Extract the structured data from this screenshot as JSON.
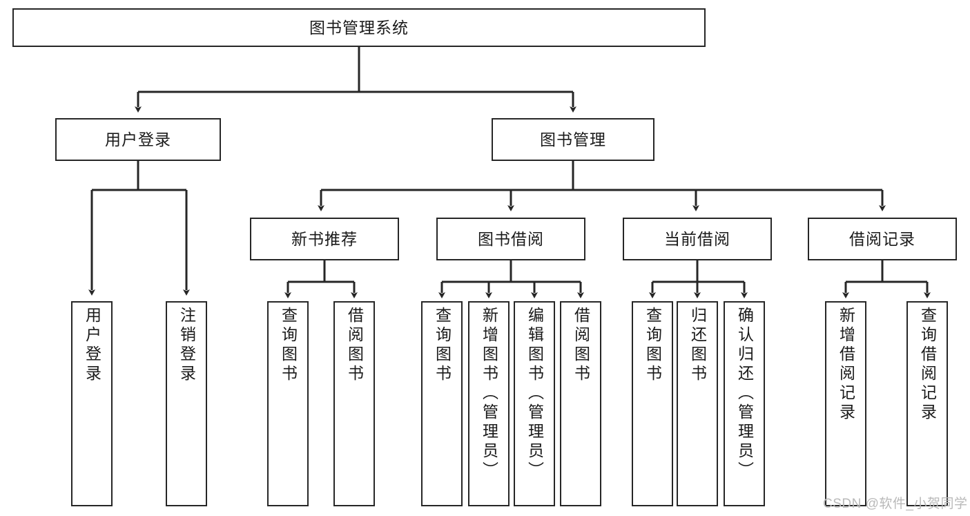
{
  "diagram": {
    "type": "tree-hierarchy",
    "title": "图书管理系统",
    "watermark": "CSDN @软件_小贺同学",
    "colors": {
      "stroke": "#262626",
      "background": "#ffffff",
      "text": "#1a1a1a",
      "watermark": "#b9b9b9"
    },
    "nodes": {
      "root": {
        "label": "图书管理系统",
        "level": 1
      },
      "level2": [
        {
          "id": "user-login",
          "label": "用户登录"
        },
        {
          "id": "book-management",
          "label": "图书管理"
        }
      ],
      "level3": [
        {
          "id": "new-book-recommend",
          "label": "新书推荐",
          "parent": "book-management"
        },
        {
          "id": "book-borrow",
          "label": "图书借阅",
          "parent": "book-management"
        },
        {
          "id": "current-borrow",
          "label": "当前借阅",
          "parent": "book-management"
        },
        {
          "id": "borrow-record",
          "label": "借阅记录",
          "parent": "book-management"
        }
      ],
      "leaves": [
        {
          "id": "leaf-user-login",
          "label": "用户登录",
          "parent": "user-login"
        },
        {
          "id": "leaf-logout-login",
          "label": "注销登录",
          "parent": "user-login"
        },
        {
          "id": "leaf-query-book-1",
          "label": "查询图书",
          "parent": "new-book-recommend"
        },
        {
          "id": "leaf-borrow-book-1",
          "label": "借阅图书",
          "parent": "new-book-recommend"
        },
        {
          "id": "leaf-query-book-2",
          "label": "查询图书",
          "parent": "book-borrow"
        },
        {
          "id": "leaf-add-book",
          "label": "新增图书（管理员）",
          "parent": "book-borrow"
        },
        {
          "id": "leaf-edit-book",
          "label": "编辑图书（管理员）",
          "parent": "book-borrow"
        },
        {
          "id": "leaf-borrow-book-2",
          "label": "借阅图书",
          "parent": "book-borrow"
        },
        {
          "id": "leaf-query-book-3",
          "label": "查询图书",
          "parent": "current-borrow"
        },
        {
          "id": "leaf-return-book",
          "label": "归还图书",
          "parent": "current-borrow"
        },
        {
          "id": "leaf-confirm-return",
          "label": "确认归还（管理员）",
          "parent": "current-borrow"
        },
        {
          "id": "leaf-add-record",
          "label": "新增借阅记录",
          "parent": "borrow-record"
        },
        {
          "id": "leaf-query-record",
          "label": "查询借阅记录",
          "parent": "borrow-record"
        }
      ]
    }
  }
}
